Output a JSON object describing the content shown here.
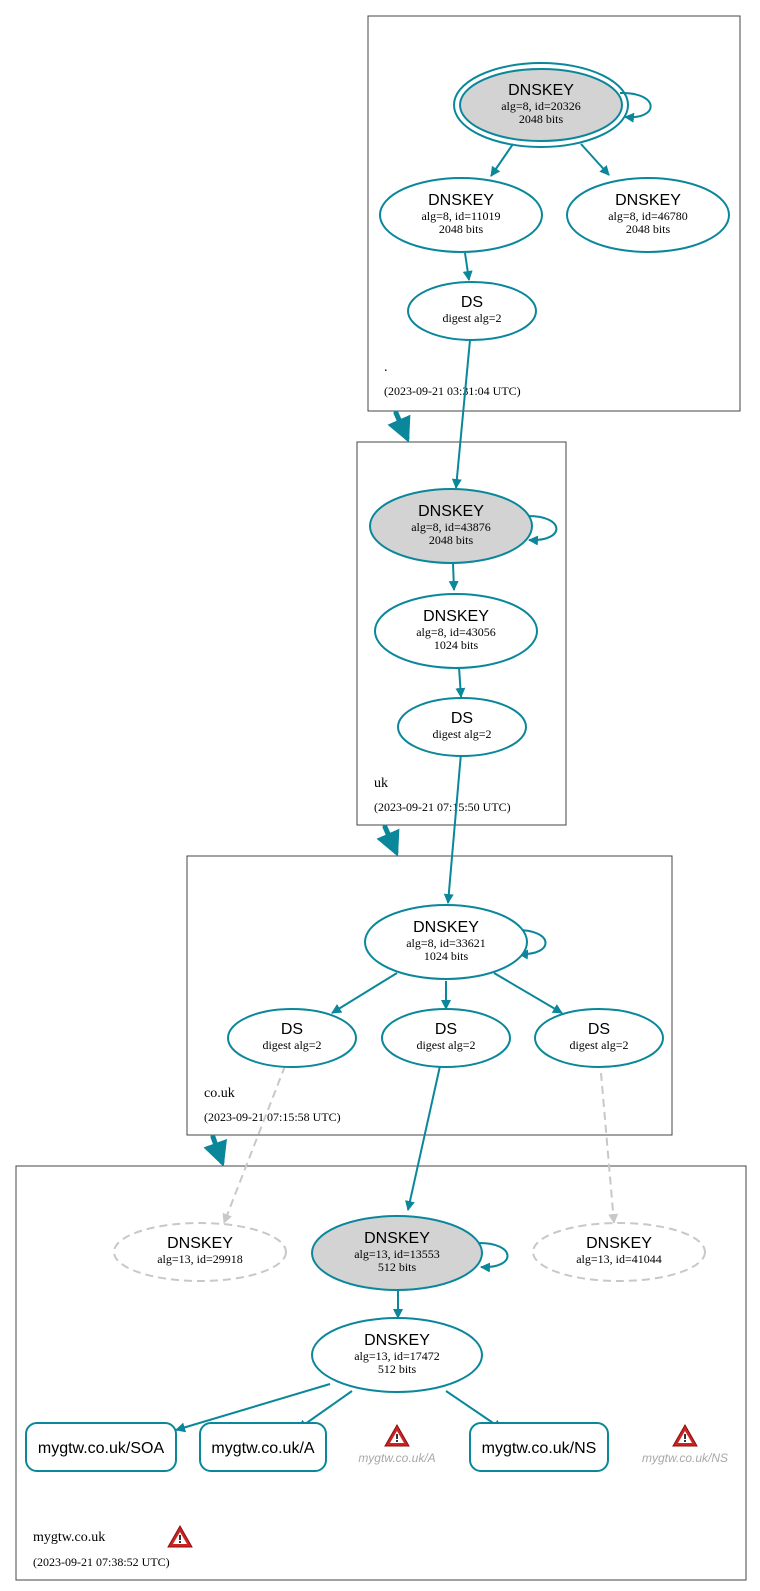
{
  "colors": {
    "edge": "#0a879a",
    "node_fill_trusted": "#d3d3d3",
    "node_fill": "#ffffff",
    "inactive": "#c0c0c0",
    "zone_border": "#444444",
    "warning": "#cc2222"
  },
  "zones": {
    "root": {
      "name": ".",
      "time": "(2023-09-21 03:31:04 UTC)"
    },
    "uk": {
      "name": "uk",
      "time": "(2023-09-21 07:15:50 UTC)"
    },
    "couk": {
      "name": "co.uk",
      "time": "(2023-09-21 07:15:58 UTC)"
    },
    "mygtw": {
      "name": "mygtw.co.uk",
      "time": "(2023-09-21 07:38:52 UTC)"
    }
  },
  "nodes": {
    "root_ksk": {
      "title": "DNSKEY",
      "line1": "alg=8, id=20326",
      "line2": "2048 bits"
    },
    "root_zsk1": {
      "title": "DNSKEY",
      "line1": "alg=8, id=11019",
      "line2": "2048 bits"
    },
    "root_zsk2": {
      "title": "DNSKEY",
      "line1": "alg=8, id=46780",
      "line2": "2048 bits"
    },
    "root_ds": {
      "title": "DS",
      "line1": "digest alg=2"
    },
    "uk_ksk": {
      "title": "DNSKEY",
      "line1": "alg=8, id=43876",
      "line2": "2048 bits"
    },
    "uk_zsk": {
      "title": "DNSKEY",
      "line1": "alg=8, id=43056",
      "line2": "1024 bits"
    },
    "uk_ds": {
      "title": "DS",
      "line1": "digest alg=2"
    },
    "couk_key": {
      "title": "DNSKEY",
      "line1": "alg=8, id=33621",
      "line2": "1024 bits"
    },
    "couk_ds1": {
      "title": "DS",
      "line1": "digest alg=2"
    },
    "couk_ds2": {
      "title": "DS",
      "line1": "digest alg=2"
    },
    "couk_ds3": {
      "title": "DS",
      "line1": "digest alg=2"
    },
    "my_key_a": {
      "title": "DNSKEY",
      "line1": "alg=13, id=29918"
    },
    "my_ksk": {
      "title": "DNSKEY",
      "line1": "alg=13, id=13553",
      "line2": "512 bits"
    },
    "my_key_b": {
      "title": "DNSKEY",
      "line1": "alg=13, id=41044"
    },
    "my_zsk": {
      "title": "DNSKEY",
      "line1": "alg=13, id=17472",
      "line2": "512 bits"
    }
  },
  "records": {
    "soa": "mygtw.co.uk/SOA",
    "a": "mygtw.co.uk/A",
    "ns": "mygtw.co.uk/NS"
  },
  "warnings": {
    "a": "mygtw.co.uk/A",
    "ns": "mygtw.co.uk/NS"
  }
}
